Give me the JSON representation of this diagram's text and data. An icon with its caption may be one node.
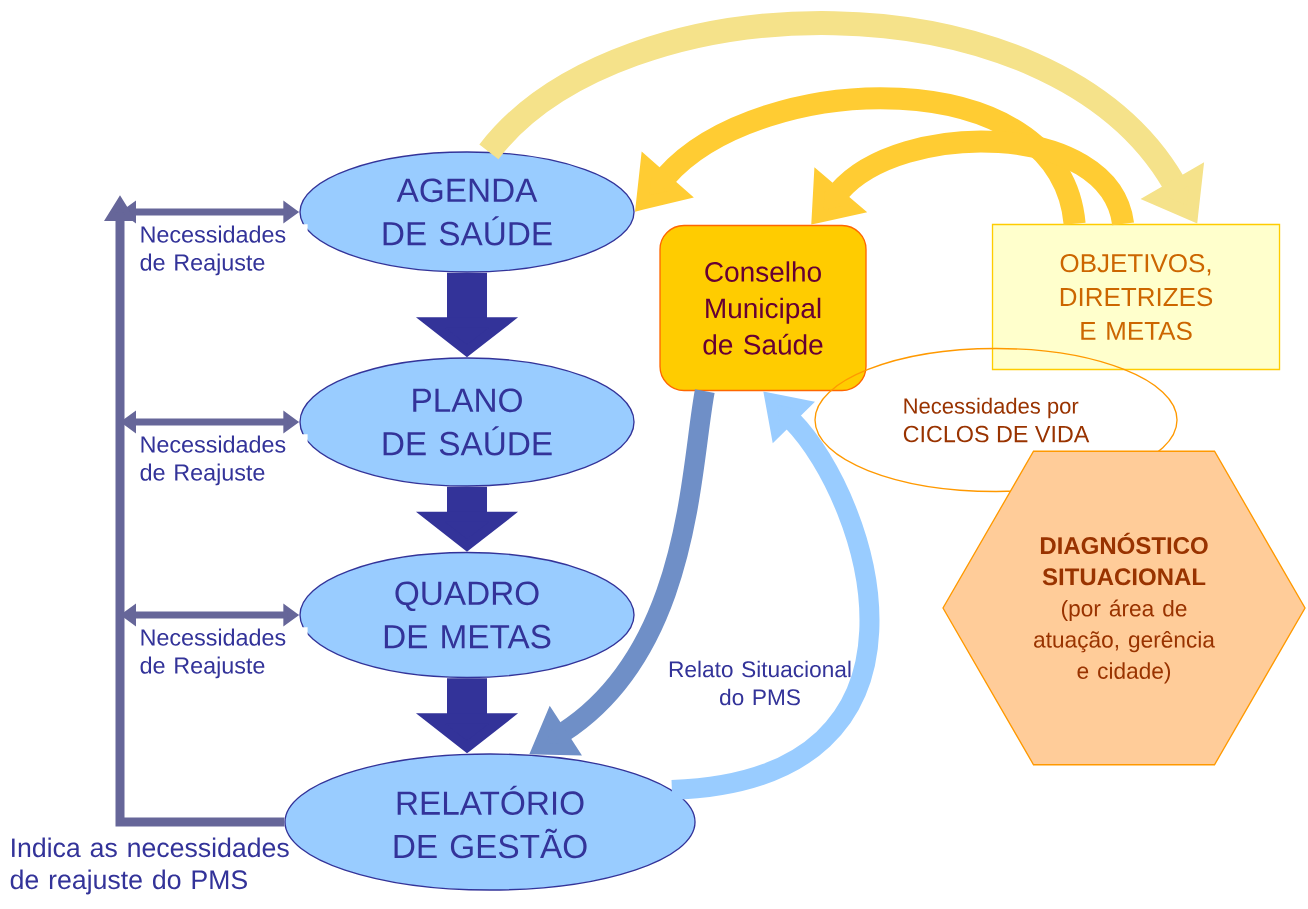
{
  "diagram": {
    "nodes": [
      {
        "text": [
          "AGENDA DE SAÚDE"
        ]
      },
      {
        "text": [
          "PLANO DE SAÚDE"
        ]
      },
      {
        "text": [
          "QUADRO DE METAS"
        ]
      },
      {
        "text": [
          "RELATÓRIO DE GESTÃO"
        ]
      },
      {
        "text": [
          "Conselho Municipal de Saúde"
        ]
      },
      {
        "text": [
          "OBJETIVOS, DIRETRIZES E METAS"
        ]
      },
      {
        "text": [
          "Necessidades por",
          "CICLOS DE VIDA"
        ]
      },
      {
        "text": [
          "DIAGNÓSTICO SITUACIONAL",
          "(por área de atuação, gerência e cidade)"
        ]
      }
    ],
    "edges": [
      {
        "from": 0,
        "to": 1,
        "arrow": "to",
        "style": "thick",
        "color": "#333399"
      },
      {
        "from": 1,
        "to": 2,
        "arrow": "to",
        "style": "thick",
        "color": "#333399"
      },
      {
        "from": 2,
        "to": 3,
        "arrow": "to",
        "style": "thick",
        "color": "#333399"
      },
      {
        "from": null,
        "to": 0,
        "arrow": "both",
        "label": "Necessidades de Reajuste",
        "color": "#666699"
      },
      {
        "from": null,
        "to": 1,
        "arrow": "both",
        "label": "Necessidades de Reajuste",
        "color": "#666699"
      },
      {
        "from": null,
        "to": 2,
        "arrow": "both",
        "label": "Necessidades de Reajuste",
        "color": "#666699"
      },
      {
        "from": 3,
        "to": null,
        "arrow": "to",
        "color": "#666699"
      },
      {
        "from": 0,
        "to": 5,
        "arrow": "to",
        "color": "#f5e28a"
      },
      {
        "from": 5,
        "to": 0,
        "arrow": "to",
        "color": "#ffcc33"
      },
      {
        "from": 5,
        "to": 4,
        "arrow": "to",
        "color": "#ffcc33"
      },
      {
        "from": 3,
        "to": 4,
        "arrow": "to",
        "color": "#99ccff"
      },
      {
        "from": 4,
        "to": 3,
        "arrow": "to",
        "color": "#6f8fc7"
      }
    ],
    "labels": [
      "Relato Situacional do PMS",
      "Indica as necessidades de reajuste do PMS"
    ]
  }
}
